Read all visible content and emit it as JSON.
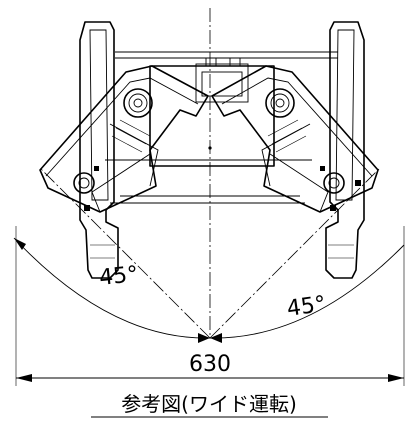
{
  "drawing": {
    "angle_left": "45°",
    "angle_right": "45°",
    "width_dimension": "630",
    "caption": "参考図(ワイド運転)"
  }
}
